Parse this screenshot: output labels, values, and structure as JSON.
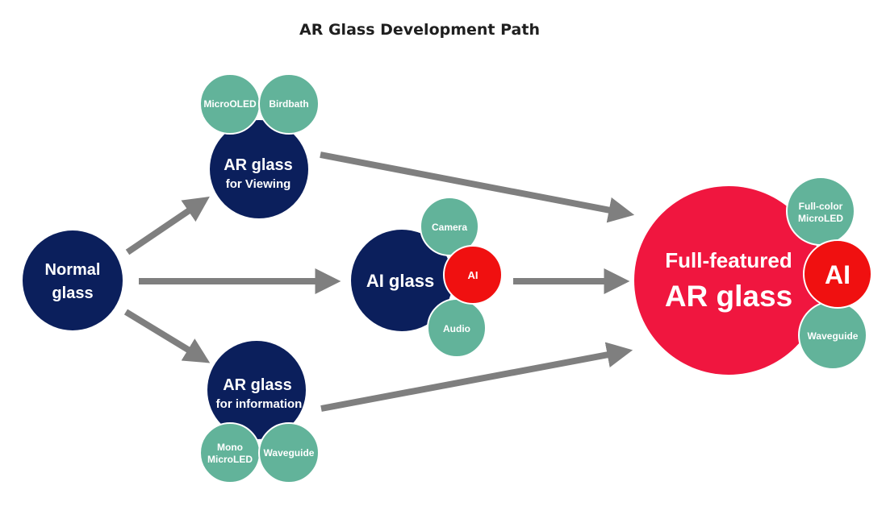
{
  "title": "AR Glass Development Path",
  "colors": {
    "navy": "#0b1f5c",
    "green": "#62b39a",
    "red": "#f01010",
    "pink": "#f0163f",
    "arrow": "#7f7f7f"
  },
  "nodes": {
    "normal": {
      "line1": "Normal",
      "line2": "glass"
    },
    "viewing": {
      "line1": "AR glass",
      "line2": "for Viewing",
      "tags": [
        "MicroOLED",
        "Birdbath"
      ]
    },
    "ai_glass": {
      "label": "AI glass",
      "tags": [
        "Camera",
        "AI",
        "Audio"
      ]
    },
    "information": {
      "line1": "AR glass",
      "line2": "for information",
      "tag1_line1": "Mono",
      "tag1_line2": "MicroLED",
      "tag2": "Waveguide"
    },
    "full": {
      "line1": "Full-featured",
      "line2": "AR glass",
      "tag1_line1": "Full-color",
      "tag1_line2": "MicroLED",
      "ai": "AI",
      "tag3": "Waveguide"
    }
  }
}
